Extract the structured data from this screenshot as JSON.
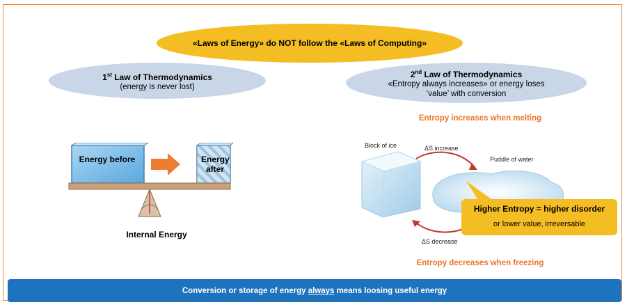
{
  "header": {
    "main_title": "«Laws of Energy» do NOT follow the «Laws of Computing»"
  },
  "first_law": {
    "sup": "st",
    "num": "1",
    "title": "Law of Thermodynamics",
    "subtitle": "(energy is never lost)"
  },
  "second_law": {
    "sup": "nd",
    "num": "2",
    "title": "Law of Thermodynamics",
    "subtitle_line1": "«Entropy always increases» or energy loses",
    "subtitle_line2": "‘value’ with conversion"
  },
  "left_diagram": {
    "box_before": "Energy before",
    "box_after": "Energy after",
    "caption": "Internal Energy"
  },
  "right_diagram": {
    "heading_top": "Entropy increases when melting",
    "heading_bottom": "Entropy decreases when freezing",
    "label_ice": "Block of ice",
    "label_water": "Puddle of water",
    "label_increase": "ΔS increase",
    "label_decrease": "ΔS decrease",
    "callout_title": "Higher Entropy = higher disorder",
    "callout_sub": "or lower value, irreversable"
  },
  "banner": {
    "pre": "Conversion or storage of energy ",
    "emph": "always",
    "post": " means loosing useful energy"
  },
  "colors": {
    "frame": "#f08a3c",
    "yellow": "#f5bd24",
    "blue_ellipse": "#c9d6e8",
    "orange_text": "#e8762b",
    "banner": "#1e73be",
    "arrow_orange": "#ed7d31",
    "arrow_red": "#c0392b"
  }
}
